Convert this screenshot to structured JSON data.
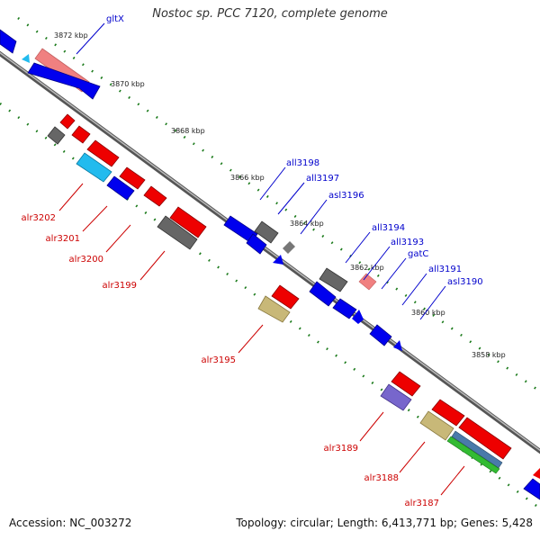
{
  "title": "Nostoc sp. PCC 7120, complete genome",
  "footer": {
    "accession": "Accession: NC_003272",
    "summary": "Topology: circular; Length: 6,413,771 bp; Genes: 5,428"
  },
  "ticks": [
    "3872 kbp",
    "3870 kbp",
    "3868 kbp",
    "3866 kbp",
    "3864 kbp",
    "3862 kbp",
    "3860 kbp",
    "3858 kbp"
  ],
  "labels": {
    "gltX": "gltX",
    "all3198": "all3198",
    "all3197": "all3197",
    "asl3196": "asl3196",
    "all3194": "all3194",
    "all3193": "all3193",
    "gatC": "gatC",
    "all3191": "all3191",
    "asl3190": "asl3190",
    "alr3202": "alr3202",
    "alr3201": "alr3201",
    "alr3200": "alr3200",
    "alr3199": "alr3199",
    "alr3195": "alr3195",
    "alr3189": "alr3189",
    "alr3188": "alr3188",
    "alr3187": "alr3187"
  },
  "colors": {
    "backbone": "#8a8a8a",
    "forward_gene": "#ee0000",
    "reverse_gene": "#0000ee",
    "tick_dot": "#1a7a1a",
    "forward_label": "#cc0000",
    "reverse_label": "#0000cc"
  }
}
